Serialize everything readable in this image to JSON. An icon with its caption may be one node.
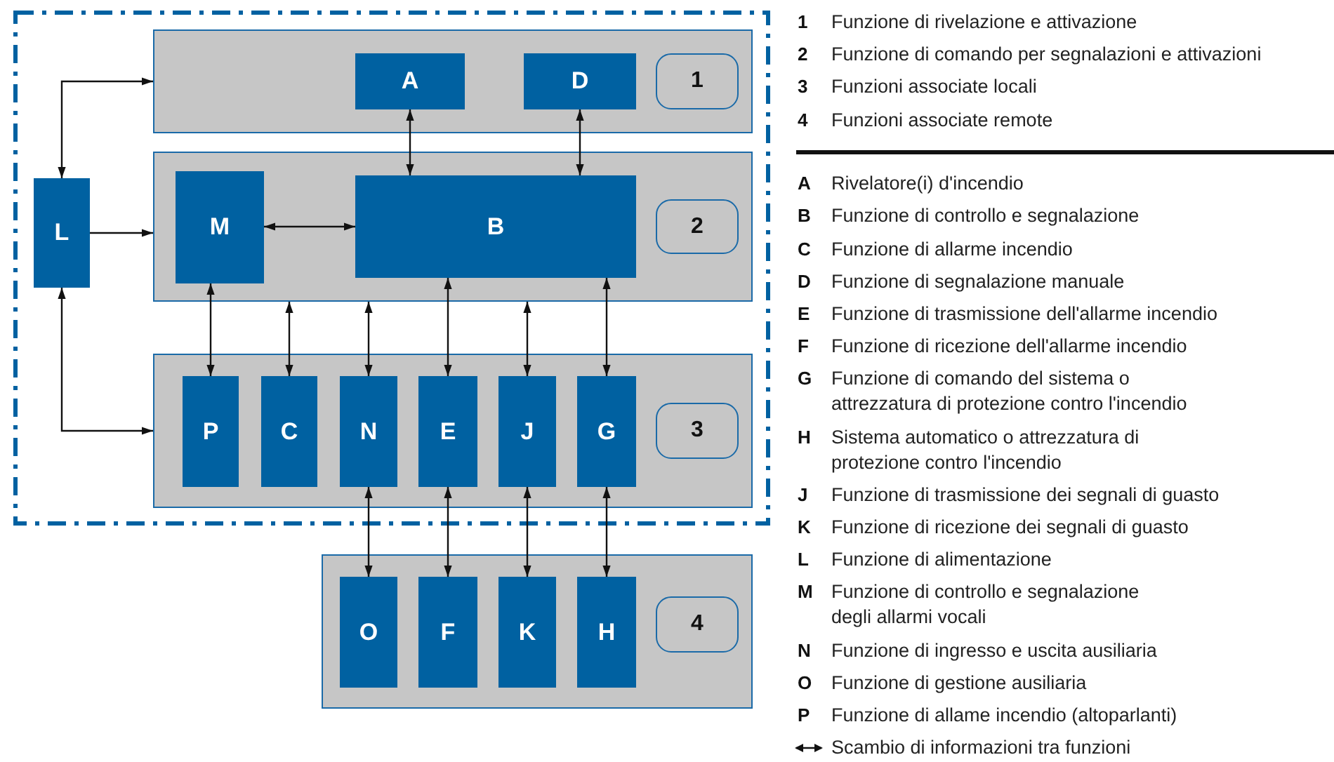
{
  "diagram": {
    "nodes": [
      {
        "text": [],
        "shape": "box"
      },
      {
        "text": [
          "A"
        ],
        "in": 0
      },
      {
        "text": [
          "D"
        ],
        "in": 0
      },
      {
        "text": [
          "1"
        ],
        "in": 0
      },
      {
        "text": [
          "L"
        ]
      },
      {
        "text": [],
        "shape": "box"
      },
      {
        "text": [
          "M"
        ],
        "in": 5
      },
      {
        "text": [
          "B"
        ],
        "in": 5
      },
      {
        "text": [
          "2"
        ],
        "in": 5
      },
      {
        "text": [],
        "shape": "box"
      },
      {
        "text": [
          "P"
        ],
        "in": 9
      },
      {
        "text": [
          "C"
        ],
        "in": 9
      },
      {
        "text": [
          "N"
        ],
        "in": 9
      },
      {
        "text": [
          "E"
        ],
        "in": 9
      },
      {
        "text": [
          "J"
        ],
        "in": 9
      },
      {
        "text": [
          "G"
        ],
        "in": 9
      },
      {
        "text": [
          "3"
        ],
        "in": 9
      },
      {
        "text": [],
        "shape": "box"
      },
      {
        "text": [
          "O"
        ],
        "in": 17
      },
      {
        "text": [
          "F"
        ],
        "in": 17
      },
      {
        "text": [
          "K"
        ],
        "in": 17
      },
      {
        "text": [
          "H"
        ],
        "in": 17
      },
      {
        "text": [
          "4"
        ],
        "in": 17
      }
    ],
    "edges": [
      {
        "from": 4,
        "to": 0,
        "arrow": "both"
      },
      {
        "from": 4,
        "to": 5,
        "arrow": "to"
      },
      {
        "from": 4,
        "to": 9,
        "arrow": "both"
      },
      {
        "from": 1,
        "to": 7,
        "arrow": "both"
      },
      {
        "from": 2,
        "to": 7,
        "arrow": "both"
      },
      {
        "from": 6,
        "to": 7,
        "arrow": "both"
      },
      {
        "from": 6,
        "to": 10,
        "arrow": "both"
      },
      {
        "from": 5,
        "to": 11,
        "arrow": "both"
      },
      {
        "from": 5,
        "to": 12,
        "arrow": "both"
      },
      {
        "from": 7,
        "to": 13,
        "arrow": "both"
      },
      {
        "from": 5,
        "to": 14,
        "arrow": "both"
      },
      {
        "from": 7,
        "to": 15,
        "arrow": "both"
      },
      {
        "from": 12,
        "to": 18,
        "arrow": "both"
      },
      {
        "from": 13,
        "to": 19,
        "arrow": "both"
      },
      {
        "from": 14,
        "to": 20,
        "arrow": "both"
      },
      {
        "from": 15,
        "to": 21,
        "arrow": "both"
      }
    ],
    "labels": [
      "1",
      "Funzione di rivelazione e attivazione",
      "2",
      "Funzione di comando per segnalazioni e attivazioni",
      "3",
      "Funzioni associate locali",
      "4",
      "Funzioni associate remote",
      "A",
      "Rivelatore(i) d'incendio",
      "B",
      "Funzione di controllo e segnalazione",
      "C",
      "Funzione di allarme incendio",
      "D",
      "Funzione di segnalazione manuale",
      "E",
      "Funzione di trasmissione dell'allarme incendio",
      "F",
      "Funzione di ricezione dell'allarme incendio",
      "G",
      "Funzione di comando del sistema o attrezzatura di protezione contro l'incendio",
      "H",
      "Sistema automatico o attrezzatura di protezione contro l'incendio",
      "J",
      "Funzione di trasmissione dei segnali di guasto",
      "K",
      "Funzione di ricezione dei segnali di guasto",
      "L",
      "Funzione di alimentazione",
      "M",
      "Funzione di controllo e segnalazione degli allarmi vocali",
      "N",
      "Funzione di ingresso e uscita ausiliaria",
      "O",
      "Funzione di gestione ausiliaria",
      "P",
      "Funzione di allame incendio (altoparlanti)"
    ],
    "legend": [
      {
        "text": "Scambio di informazioni tra funzioni"
      }
    ]
  }
}
